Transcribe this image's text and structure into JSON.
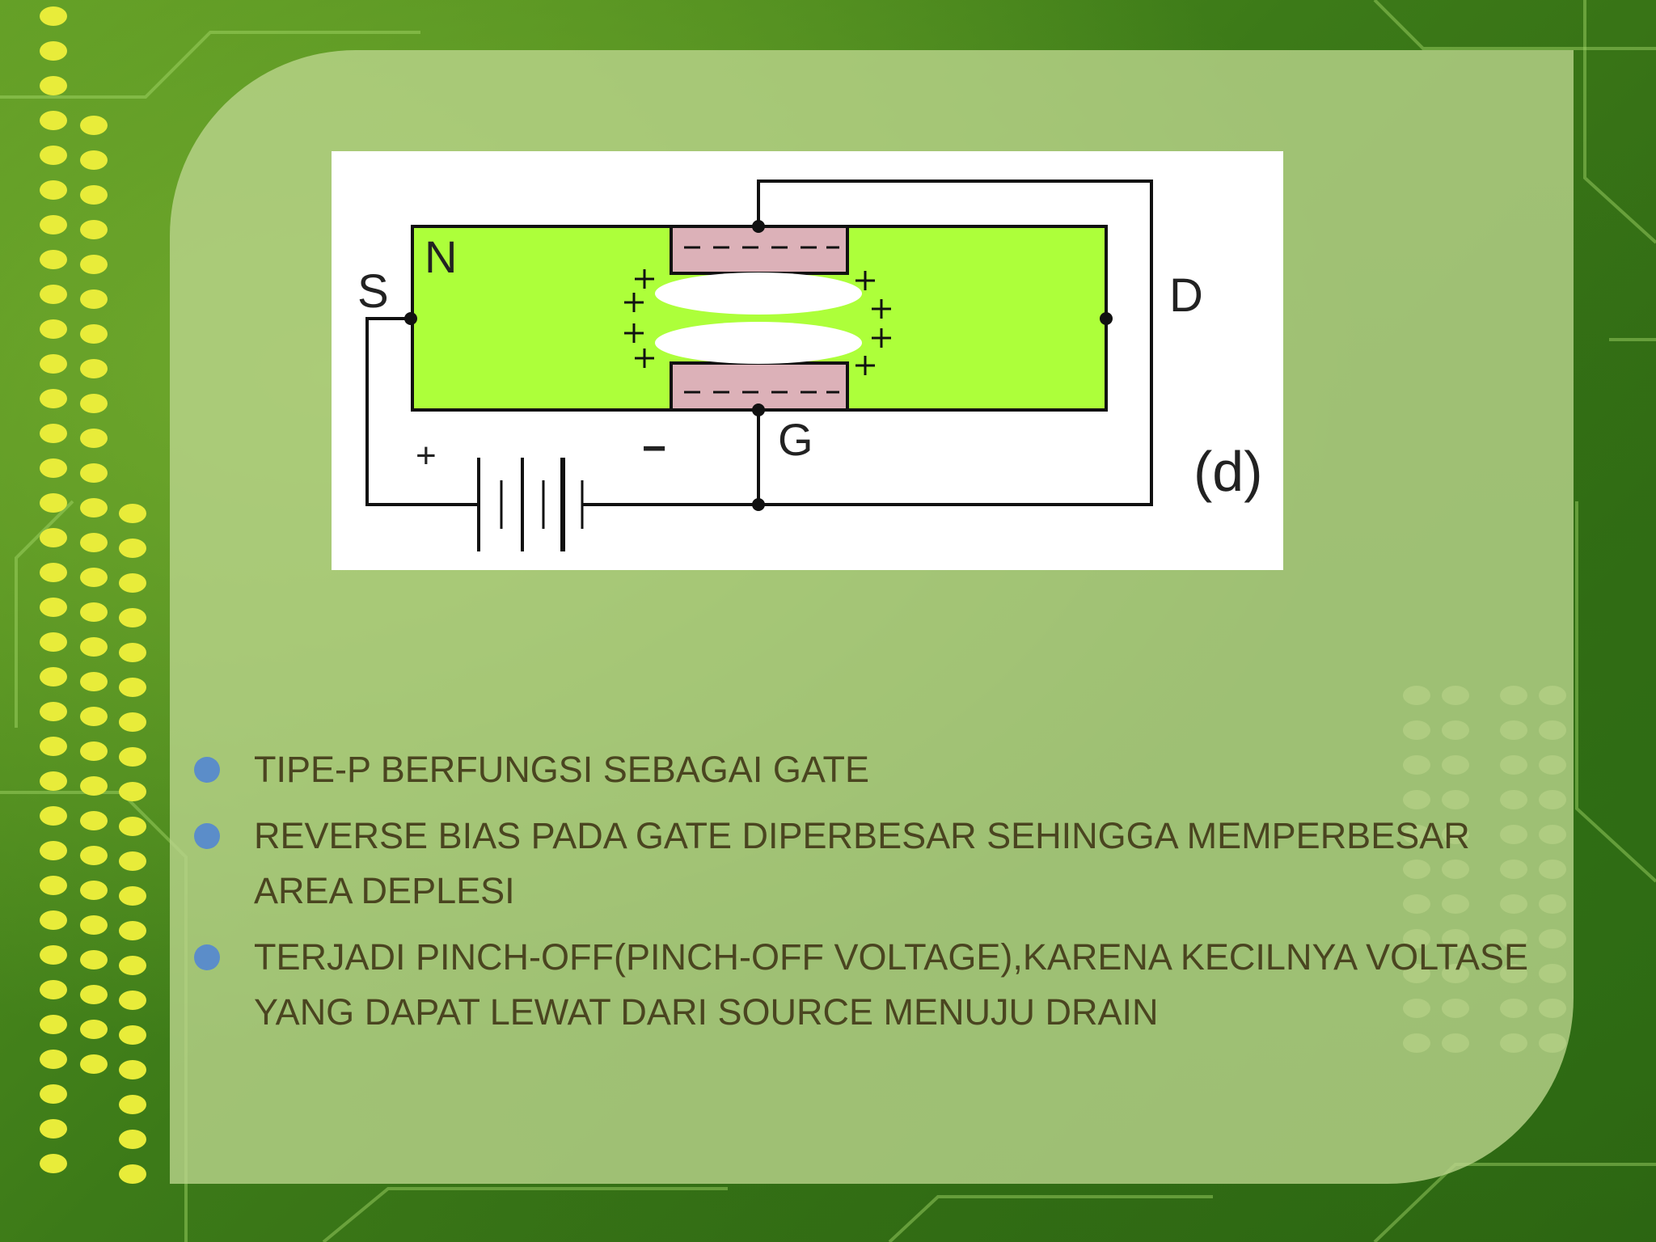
{
  "diagram": {
    "labels": {
      "source": "S",
      "n_region": "N",
      "drain": "D",
      "gate": "G",
      "figure_tag": "(d)",
      "battery_plus": "+",
      "battery_minus": "−"
    }
  },
  "bullets": [
    "TIPE-P BERFUNGSI SEBAGAI GATE",
    "REVERSE BIAS PADA GATE DIPERBESAR SEHINGGA MEMPERBESAR AREA DEPLESI",
    "TERJADI PINCH-OFF(PINCH-OFF VOLTAGE),KARENA KECILNYA VOLTASE YANG DAPAT LEWAT DARI SOURCE MENUJU DRAIN"
  ],
  "colors": {
    "channel_fill": "#adff3a",
    "p_region_fill": "#dcb1b8",
    "depletion_fill": "#ffffff",
    "bullet_dot": "#5b8dc9",
    "text": "#4a4520"
  }
}
